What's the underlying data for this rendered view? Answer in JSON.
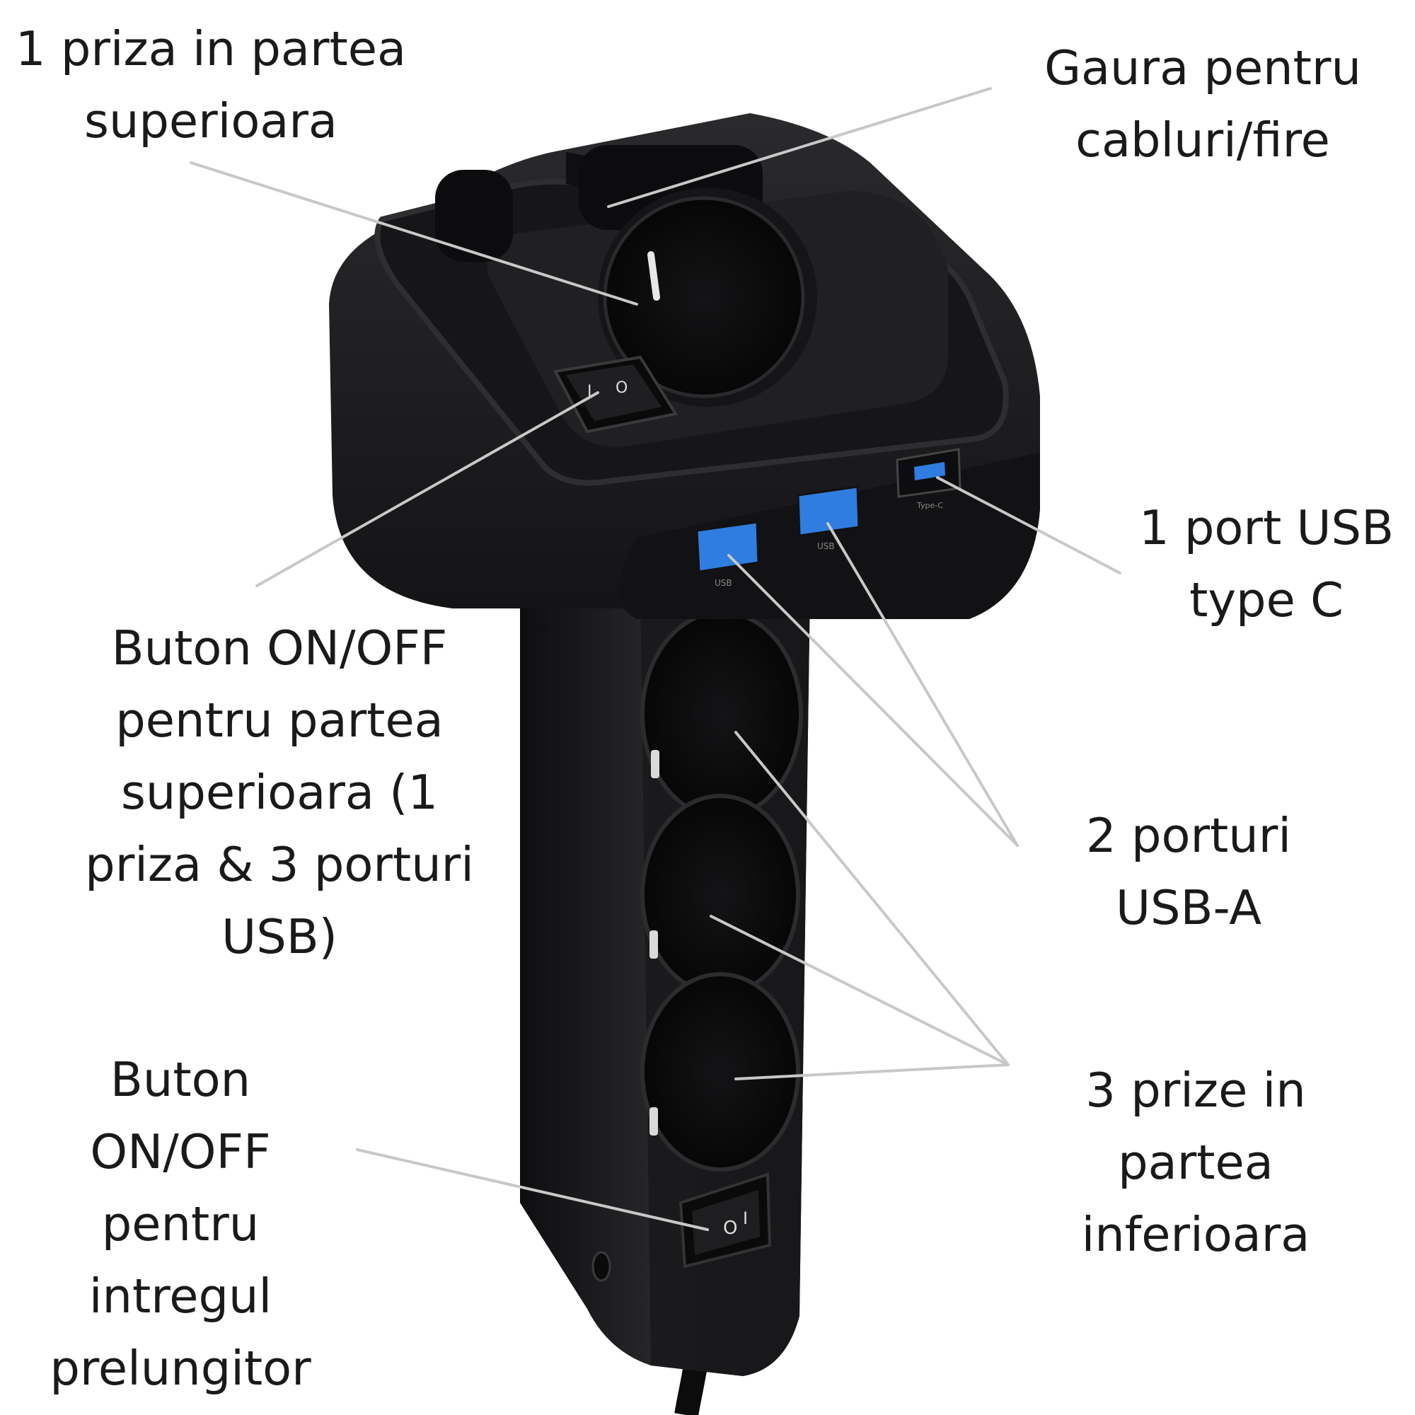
{
  "callouts": {
    "top_outlet": "1 priza in partea\nsuperioara",
    "cable_hole": "Gaura pentru\ncabluri/fire",
    "usb_c": "1 port USB\ntype C",
    "top_switch": "Buton ON/OFF\npentru partea\nsuperioara (1\npriza & 3 porturi\nUSB)",
    "usb_a": "2 porturi\nUSB-A",
    "bottom_outlets": "3 prize in\npartea\ninferioara",
    "main_switch": "Buton\nON/OFF\npentru\nintregul\nprelungitor"
  },
  "product": {
    "usb_a_port_label": "USB",
    "usb_c_port_label": "Type-C",
    "switch_on_symbol": "I",
    "switch_off_symbol": "O"
  },
  "colors": {
    "body": "#1b1b1d",
    "leader": "#c8c8c8",
    "usb_blue": "#2f7de0"
  }
}
